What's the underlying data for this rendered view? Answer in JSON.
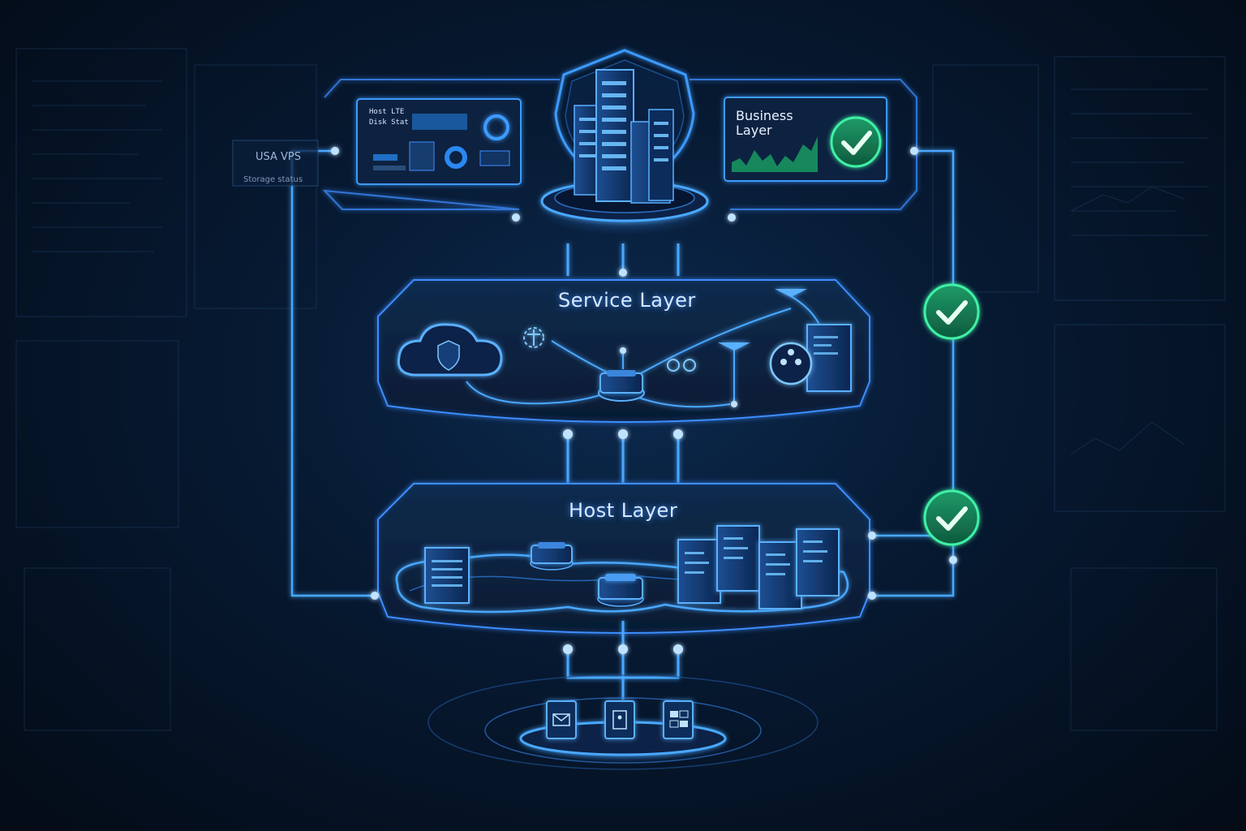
{
  "layers": {
    "business": {
      "title_line1": "Business",
      "title_line2": "Layer"
    },
    "service": {
      "title": "Service Layer"
    },
    "host": {
      "title": "Host Layer"
    }
  },
  "side_panel": {
    "title": "USA VPS",
    "subtitle": "Storage status"
  },
  "status_panel": {
    "line1": "Host LTE",
    "line2": "Disk Stat"
  },
  "status_checks": [
    {
      "name": "business-check",
      "state": "ok"
    },
    {
      "name": "service-check",
      "state": "ok"
    },
    {
      "name": "host-check",
      "state": "ok"
    }
  ],
  "base_icons": [
    "mail-icon",
    "document-icon",
    "storage-icon"
  ],
  "colors": {
    "accent": "#3d9bff",
    "ok": "#2fd18a",
    "background": "#04101f"
  }
}
